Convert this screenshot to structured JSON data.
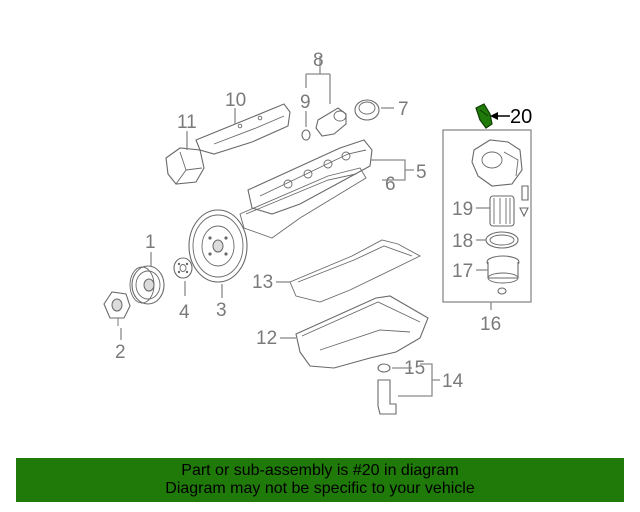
{
  "callouts": {
    "c1": "1",
    "c2": "2",
    "c3": "3",
    "c4": "4",
    "c5": "5",
    "c6": "6",
    "c7": "7",
    "c8": "8",
    "c9": "9",
    "c10": "10",
    "c11": "11",
    "c12": "12",
    "c13": "13",
    "c14": "14",
    "c15": "15",
    "c16": "16",
    "c17": "17",
    "c18": "18",
    "c19": "19",
    "c20": "20"
  },
  "highlight": {
    "part": "20",
    "color": "#1f7a0a"
  },
  "banner": {
    "line1": "Part or sub-assembly is #20 in diagram",
    "line2": "Diagram may not be specific to your vehicle",
    "background": "#1f7a0a"
  }
}
